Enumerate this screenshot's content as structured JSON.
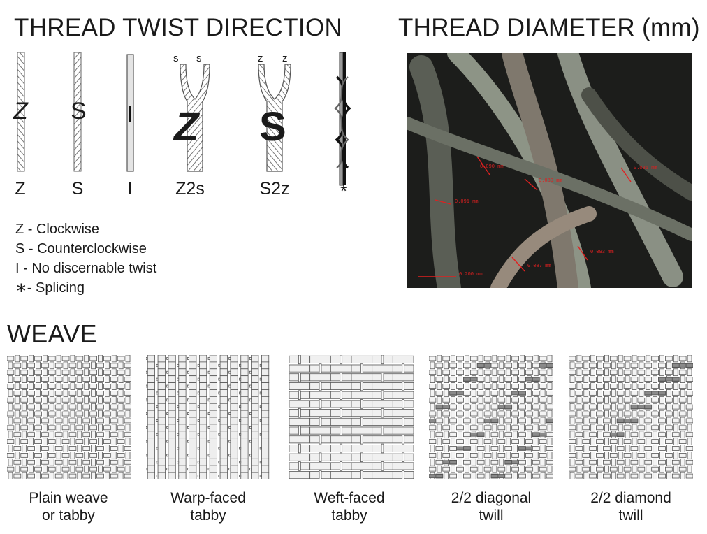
{
  "twist": {
    "title": "THREAD TWIST DIRECTION",
    "labels": [
      "Z",
      "S",
      "I",
      "Z2s",
      "S2z",
      "*"
    ],
    "marks": [
      "Z",
      "S",
      "Z",
      "S"
    ],
    "ply_marks": {
      "z2s": [
        "s",
        "s"
      ],
      "s2z": [
        "z",
        "z"
      ]
    },
    "legend": [
      "Z - Clockwise",
      "S - Counterclockwise",
      "I - No discernable twist",
      "∗- Splicing"
    ]
  },
  "diameter": {
    "title": "THREAD DIAMETER (mm)",
    "measurements": [
      "0.090 mm",
      "0.089 mm",
      "0.086 mm",
      "0.091 mm",
      "0.093 mm",
      "0.087 mm",
      "0.200 mm"
    ]
  },
  "weave": {
    "title": "WEAVE",
    "captions": [
      [
        "Plain weave",
        "or tabby"
      ],
      [
        "Warp-faced",
        "tabby"
      ],
      [
        "Weft-faced",
        "tabby"
      ],
      [
        "2/2 diagonal",
        "twill"
      ],
      [
        "2/2 diamond",
        "twill"
      ]
    ]
  },
  "colors": {
    "line": "#444444",
    "measure": "#e02020",
    "twill": "#8a8a8a"
  }
}
